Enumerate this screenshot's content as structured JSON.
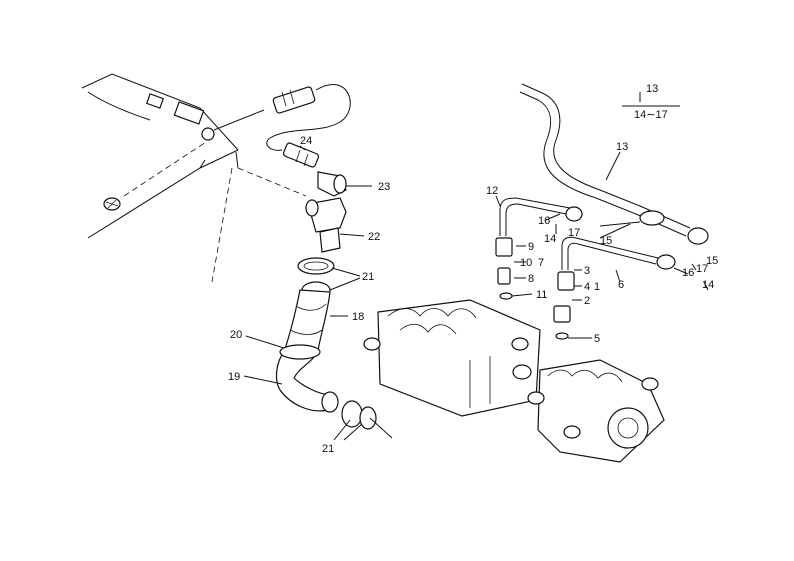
{
  "labels": {
    "l24": "24",
    "l23": "23",
    "l22": "22",
    "l21a": "21",
    "l18": "18",
    "l20": "20",
    "l19": "19",
    "l21b": "21",
    "l13a": "13",
    "l13b": "14∼17",
    "l13c": "13",
    "l12": "12",
    "l16a": "16",
    "l17a": "17",
    "l14a": "14",
    "l15a": "15",
    "l9": "9",
    "l10": "10",
    "l7": "7",
    "l8": "8",
    "l11": "11",
    "l3": "3",
    "l4": "4",
    "l1": "1",
    "l2": "2",
    "l6": "6",
    "l5": "5",
    "l16b": "16",
    "l17b": "17",
    "l15b": "15",
    "l14b": "14"
  }
}
